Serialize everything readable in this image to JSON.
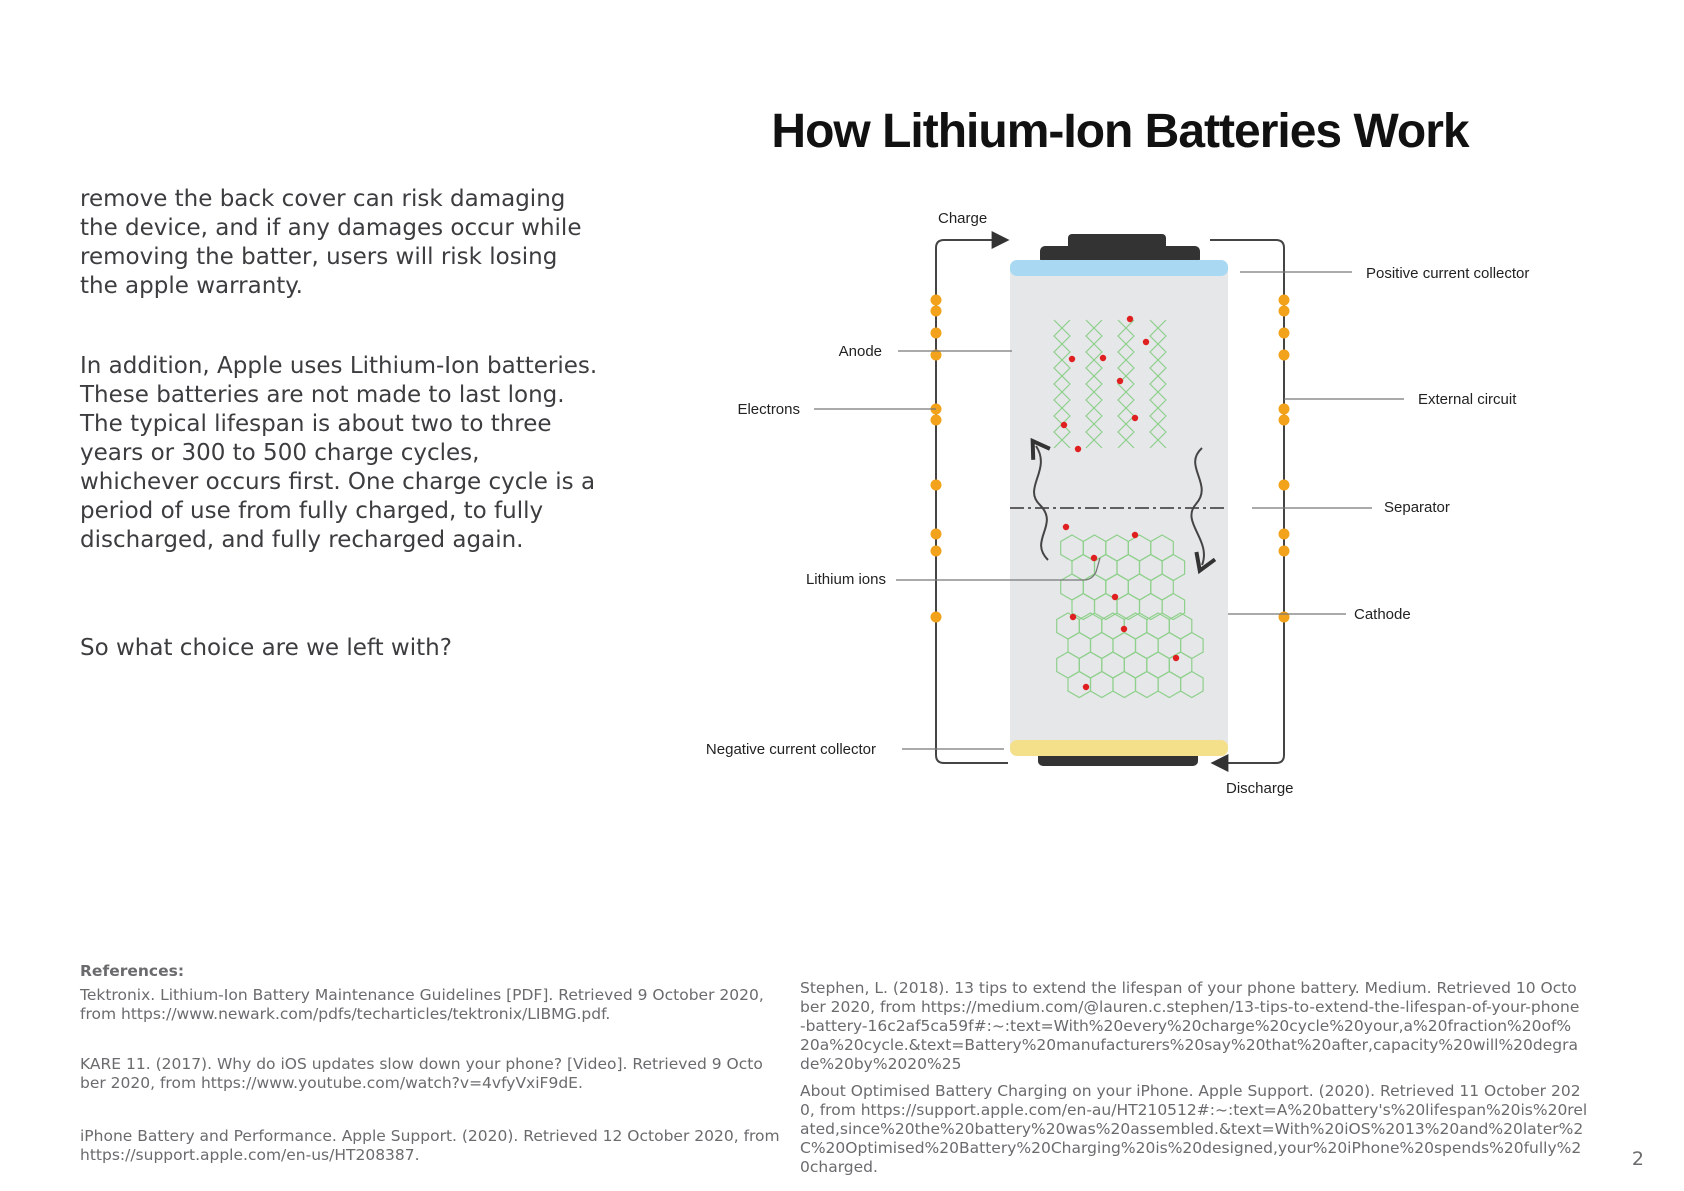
{
  "title": "How Lithium-Ion Batteries Work",
  "paragraphs": [
    "remove the back cover can risk damaging the device, and if any damages occur while removing the batter, users will risk losing the apple warranty.",
    "In addition, Apple uses Lithium-Ion batteries. These batteries are not made to last long. The typical lifespan is about two to three years or 300 to 500 charge cycles, whichever occurs first. One charge cycle is a period of use from fully charged, to fully discharged, and fully recharged again.",
    "So what choice are we left with?"
  ],
  "diagram": {
    "labels": {
      "charge": "Charge",
      "discharge": "Discharge",
      "positive_collector": "Positive current collector",
      "anode": "Anode",
      "electrons": "Electrons",
      "external_circuit": "External circuit",
      "separator": "Separator",
      "lithium_ions": "Lithium ions",
      "cathode": "Cathode",
      "negative_collector": "Negative current collector"
    },
    "colors": {
      "electron": "#f2a21b",
      "ion": "#e02020",
      "lattice": "#8fd08c",
      "positive_collector": "#a9d9f2",
      "negative_collector": "#f4e08a",
      "cell_body": "#e6e7e9",
      "terminal": "#333333"
    }
  },
  "references": {
    "heading": "References:",
    "items": [
      "Tektronix. Lithium-Ion Battery Maintenance Guidelines [PDF]. Retrieved 9 October 2020, from https://www.newark.com/pdfs/techarticles/tektronix/LIBMG.pdf.",
      "KARE 11. (2017). Why do iOS updates slow down your phone? [Video]. Retrieved 9 October 2020, from https://www.youtube.com/watch?v=4vfyVxiF9dE.",
      "iPhone Battery and Performance. Apple Support. (2020). Retrieved 12 October 2020, from https://support.apple.com/en-us/HT208387.",
      "Stephen, L. (2018). 13 tips to extend the lifespan of your phone battery. Medium. Retrieved 10 October 2020, from https://medium.com/@lauren.c.stephen/13-tips-to-extend-the-lifespan-of-your-phone-battery-16c2af5ca59f#:~:text=With%20every%20charge%20cycle%20your,a%20fraction%20of%20a%20cycle.&text=Battery%20manufacturers%20say%20that%20after,capacity%20will%20degrade%20by%2020%25",
      "About Optimised Battery Charging on your iPhone. Apple Support. (2020). Retrieved 11 October 2020, from https://support.apple.com/en-au/HT210512#:~:text=A%20battery's%20lifespan%20is%20related,since%20the%20battery%20was%20assembled.&text=With%20iOS%2013%20and%20later%2C%20Optimised%20Battery%20Charging%20is%20designed,your%20iPhone%20spends%20fully%20charged."
    ]
  },
  "page_number": "2"
}
